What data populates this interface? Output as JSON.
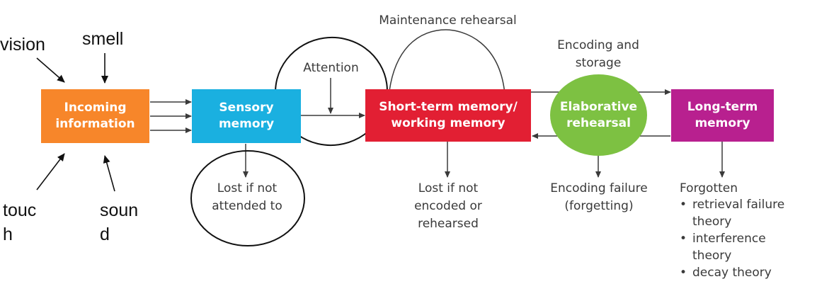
{
  "diagram": {
    "nodes": {
      "incoming": "Incoming\ninformation",
      "sensory": "Sensory\nmemory",
      "stm": "Short-term memory/\nworking memory",
      "elaborative": "Elaborative\nrehearsal",
      "ltm": "Long-term\nmemory"
    },
    "labels": {
      "maintenance": "Maintenance rehearsal",
      "encoding_storage": "Encoding and\nstorage",
      "attention": "Attention",
      "lost_sensory": "Lost if not\nattended to",
      "lost_stm": "Lost if not\nencoded or\nrehearsed",
      "encoding_failure": "Encoding failure\n(forgetting)",
      "forgotten": "Forgotten"
    },
    "forgotten_theories": [
      "retrieval failure\ntheory",
      "interference\ntheory",
      "decay theory"
    ],
    "annotations": {
      "vision": "vision",
      "smell": "smell",
      "touch": "touc\nh",
      "sound": "soun\nd"
    },
    "colors": {
      "incoming": "#f7862a",
      "sensory": "#1ab0e0",
      "stm": "#e21f33",
      "elaborative": "#7dc142",
      "ltm": "#b8208f",
      "arrow": "#3a3a3a"
    }
  }
}
